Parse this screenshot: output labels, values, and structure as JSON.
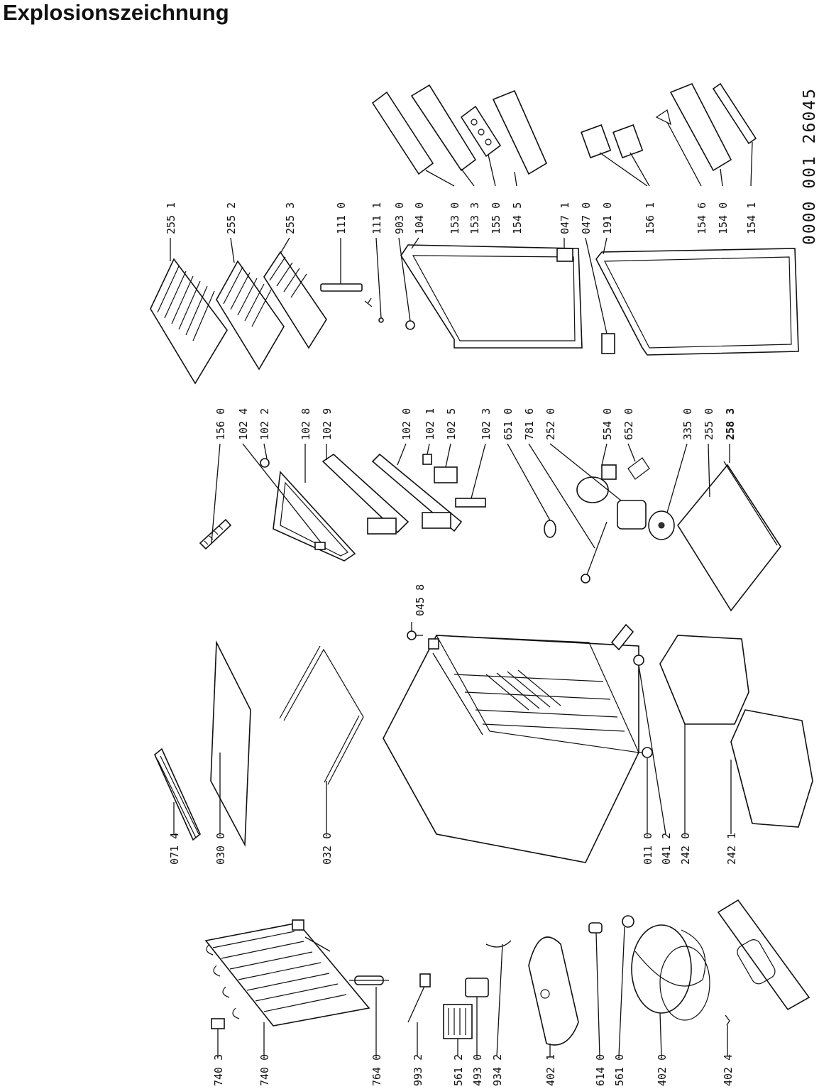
{
  "title": "Explosionszeichnung",
  "doc_number": "0000 001 26045",
  "labels": {
    "l740_3": "740 3",
    "l740_0": "740 0",
    "l764_0": "764 0",
    "l993_2": "993 2",
    "l561_2": "561 2",
    "l493_0": "493 0",
    "l934_2": "934 2",
    "l402_1": "402 1",
    "l614_0": "614 0",
    "l561_0": "561 0",
    "l402_0": "402 0",
    "l402_4": "402 4",
    "l071_4": "071 4",
    "l030_0": "030 0",
    "l032_0": "032 0",
    "l011_0": "011 0",
    "l041_2": "041 2",
    "l242_0": "242 0",
    "l242_1": "242 1",
    "l045_8": "045 8",
    "l156_0": "156 0",
    "l102_4": "102 4",
    "l102_2": "102 2",
    "l102_8": "102 8",
    "l102_9": "102 9",
    "l102_0": "102 0",
    "l102_1": "102 1",
    "l102_5": "102 5",
    "l102_3": "102 3",
    "l651_0": "651 0",
    "l781_6": "781 6",
    "l252_0": "252 0",
    "l554_0": "554 0",
    "l652_0": "652 0",
    "l335_0": "335 0",
    "l255_0": "255 0",
    "l258_3": "258 3",
    "l255_1": "255 1",
    "l255_2": "255 2",
    "l255_3": "255 3",
    "l111_0": "111 0",
    "l111_1": "111 1",
    "l903_0": "903 0",
    "l104_0": "104 0",
    "l153_0": "153 0",
    "l153_3": "153 3",
    "l155_0": "155 0",
    "l154_5": "154 5",
    "l047_1": "047 1",
    "l047_0": "047 0",
    "l191_0": "191 0",
    "l156_1": "156 1",
    "l154_6": "154 6",
    "l154_0": "154 0",
    "l154_1": "154 1"
  }
}
